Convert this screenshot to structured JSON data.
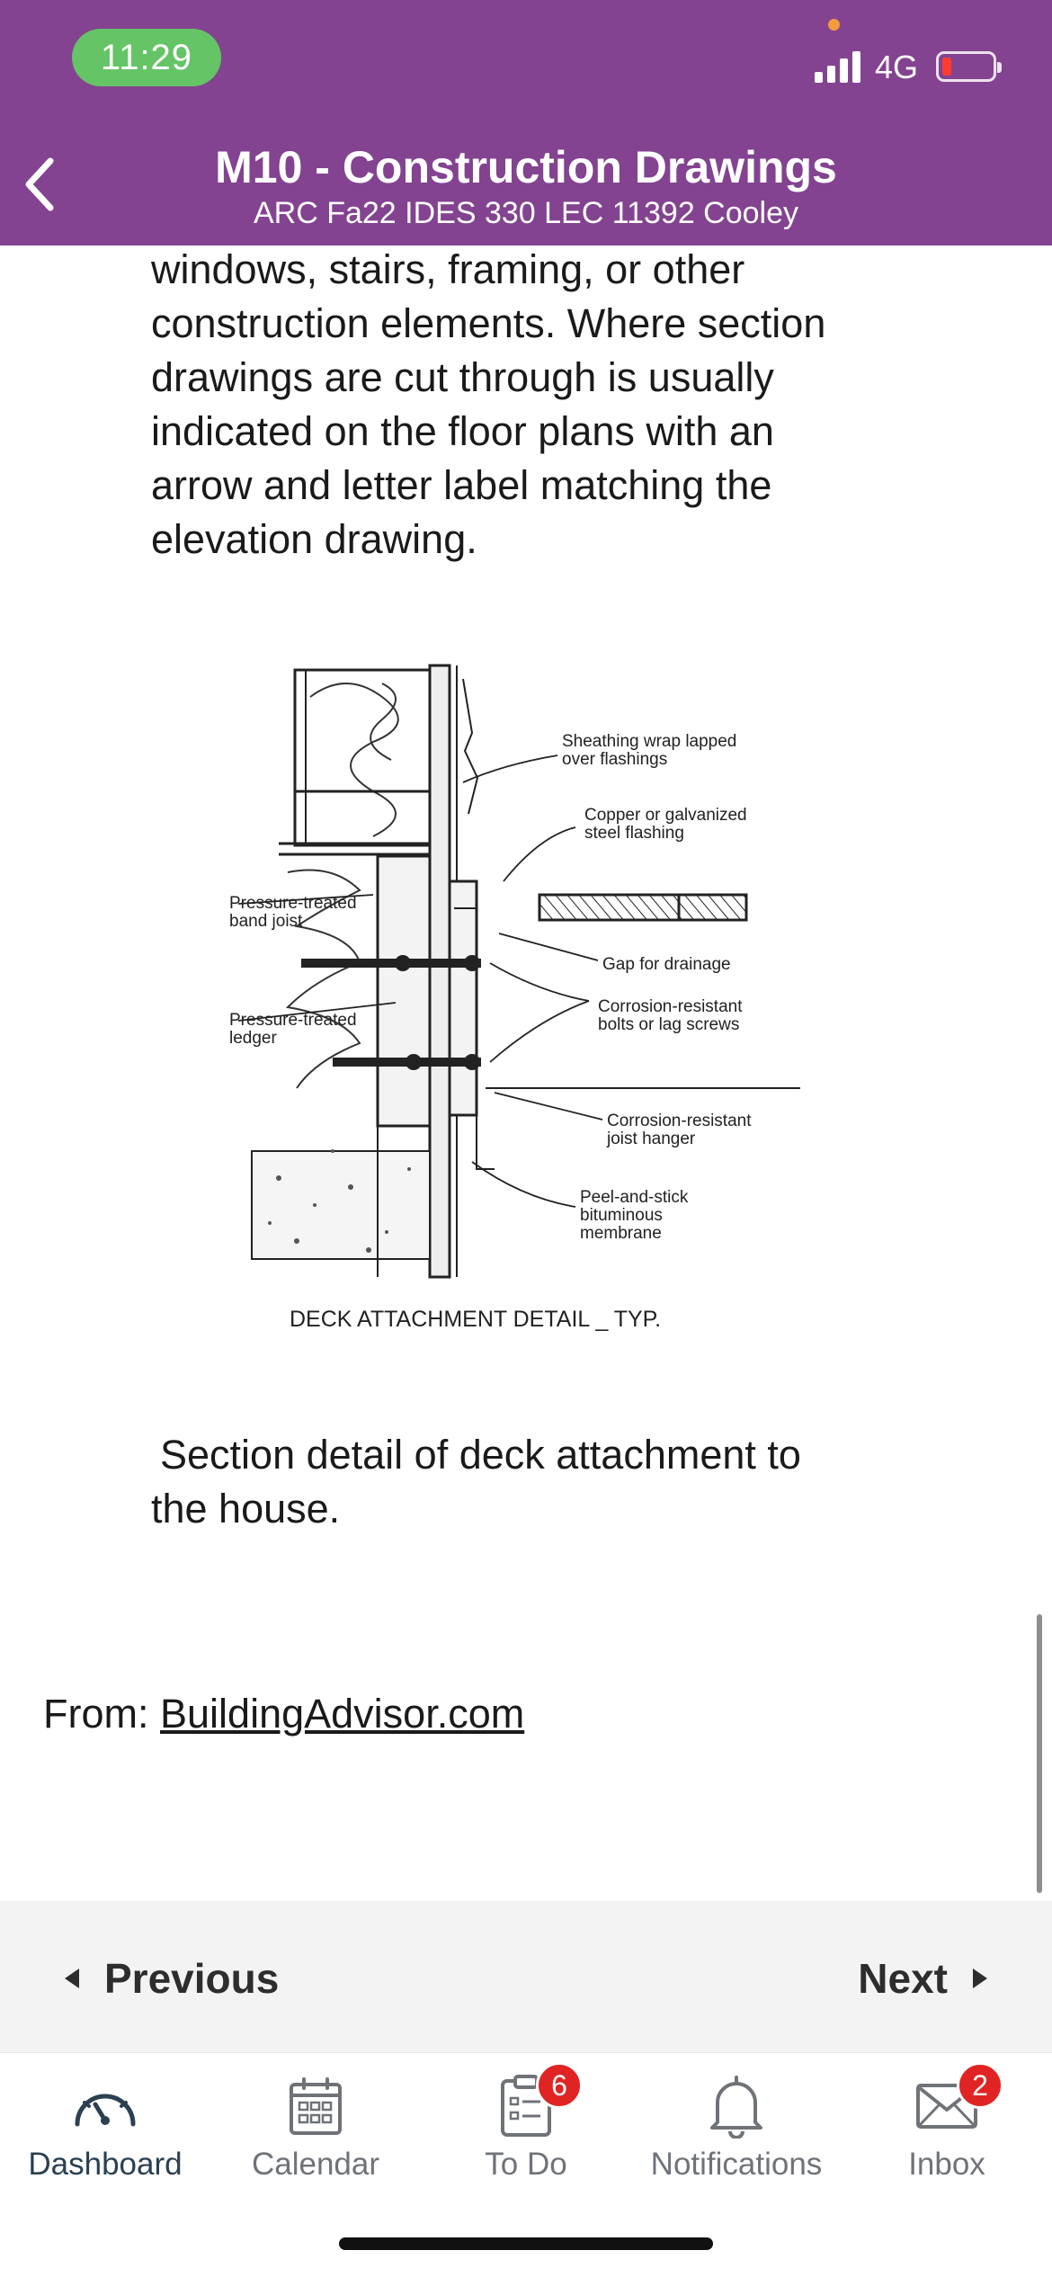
{
  "status_bar": {
    "time": "11:29",
    "network": "4G"
  },
  "header": {
    "title": "M10 - Construction Drawings",
    "subtitle": "ARC Fa22 IDES 330 LEC 11392 Cooley",
    "background_color": "#834390"
  },
  "content": {
    "intro_lines": [
      "windows, stairs, framing, or other",
      "construction elements. Where section",
      "drawings are cut through is usually",
      "indicated on the floor plans with an",
      "arrow and letter label matching the",
      "elevation drawing."
    ],
    "figure": {
      "labels": {
        "sheathing_line1": "Sheathing wrap lapped",
        "sheathing_line2": "over flashings",
        "flashing_line1": "Copper or galvanized",
        "flashing_line2": "steel flashing",
        "gap": "Gap for drainage",
        "bolts_line1": "Corrosion-resistant",
        "bolts_line2": "bolts or lag screws",
        "hanger_line1": "Corrosion-resistant",
        "hanger_line2": "joist hanger",
        "membrane_line1": "Peel-and-stick",
        "membrane_line2": "bituminous",
        "membrane_line3": "membrane",
        "band_line1": "Pressure-treated",
        "band_line2": "band joist",
        "ledger_line1": "Pressure-treated",
        "ledger_line2": "ledger"
      },
      "title": "DECK ATTACHMENT DETAIL _ TYP."
    },
    "caption_lines": [
      "Section detail of deck attachment to",
      "the house."
    ],
    "source_prefix": "From:",
    "source_link": "BuildingAdvisor.com"
  },
  "pager": {
    "previous": "Previous",
    "next": "Next"
  },
  "tabs": [
    {
      "label": "Dashboard",
      "icon": "dashboard-gauge-icon",
      "active": true
    },
    {
      "label": "Calendar",
      "icon": "calendar-icon"
    },
    {
      "label": "To Do",
      "icon": "clipboard-icon",
      "badge": "6"
    },
    {
      "label": "Notifications",
      "icon": "bell-icon"
    },
    {
      "label": "Inbox",
      "icon": "envelope-icon",
      "badge": "2"
    }
  ]
}
